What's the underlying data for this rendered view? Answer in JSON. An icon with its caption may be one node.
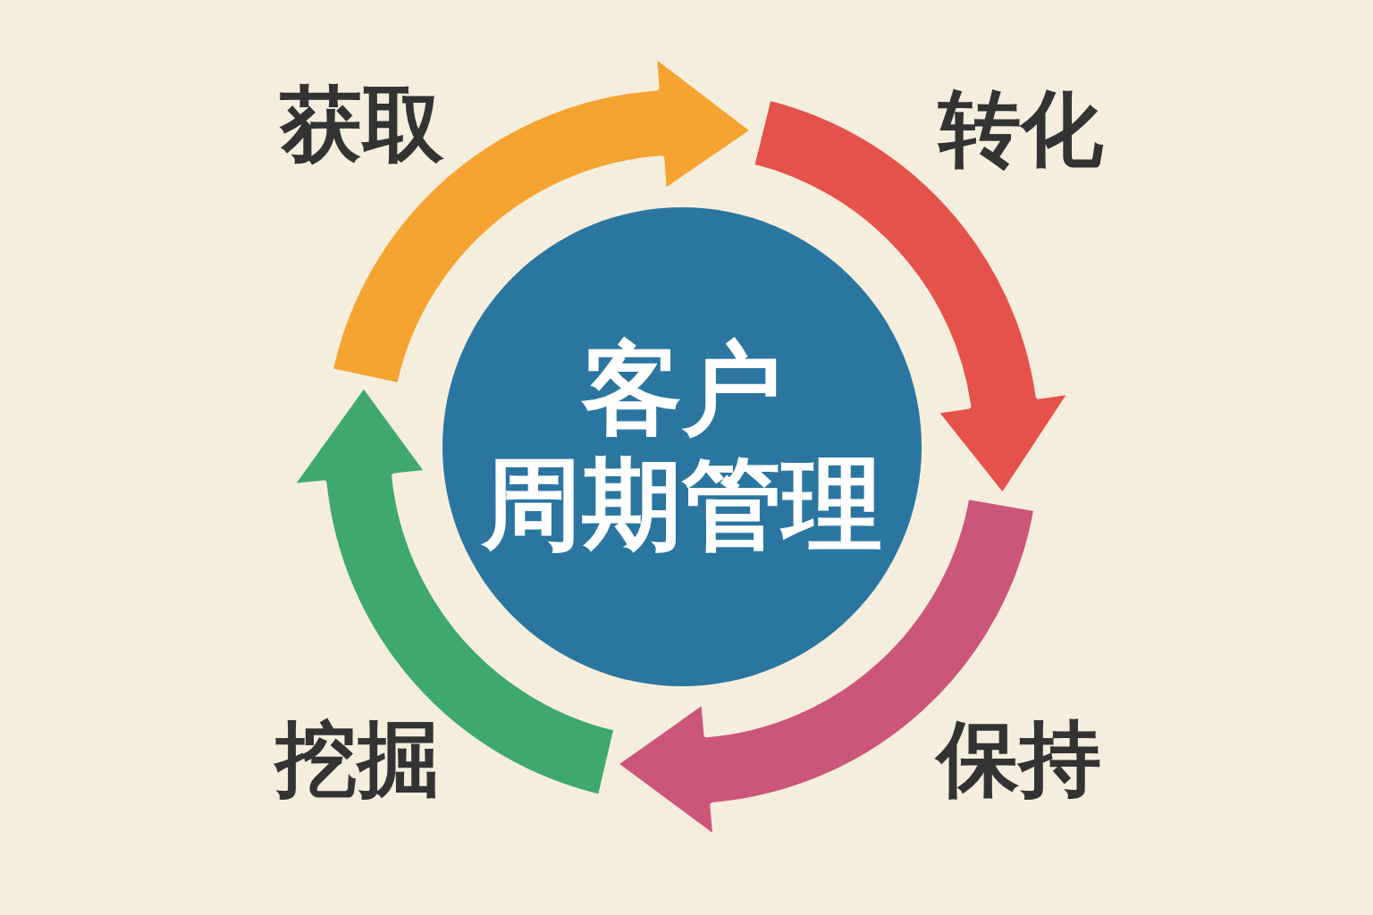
{
  "diagram": {
    "nodes": [
      {
        "text": [
          "客户",
          "周期管理"
        ]
      },
      {
        "text": [
          "获取"
        ]
      },
      {
        "text": [
          "转化"
        ]
      },
      {
        "text": [
          "保持"
        ]
      },
      {
        "text": [
          "挖掘"
        ]
      }
    ],
    "edges": [
      {
        "from": 1,
        "to": 2,
        "arrow": "to",
        "color": "#f6a431"
      },
      {
        "from": 2,
        "to": 3,
        "arrow": "to",
        "color": "#e5524b"
      },
      {
        "from": 3,
        "to": 4,
        "arrow": "to",
        "color": "#cc5679"
      },
      {
        "from": 4,
        "to": 1,
        "arrow": "to",
        "color": "#3fa96b"
      }
    ]
  }
}
